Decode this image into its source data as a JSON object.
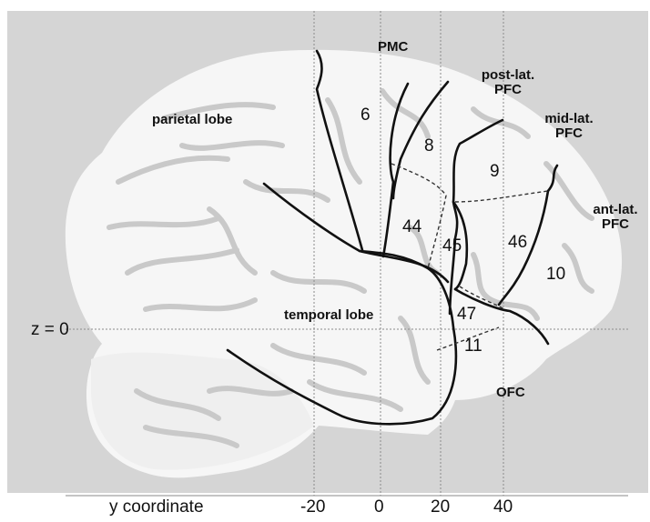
{
  "figure": {
    "region_labels": {
      "pmc": "PMC",
      "post_lat_pfc": [
        "post-lat.",
        "PFC"
      ],
      "mid_lat_pfc": [
        "mid-lat.",
        "PFC"
      ],
      "ant_lat_pfc": [
        "ant-lat.",
        "PFC"
      ],
      "parietal_lobe": "parietal lobe",
      "temporal_lobe": "temporal lobe",
      "ofc": "OFC"
    },
    "area_numbers": [
      "6",
      "8",
      "9",
      "44",
      "45",
      "46",
      "10",
      "47",
      "11"
    ],
    "z_label": "z = 0",
    "axis": {
      "label": "y coordinate",
      "ticks": [
        "-20",
        "0",
        "20",
        "40"
      ]
    },
    "colors": {
      "background": "#ffffff",
      "panel": "#d5d5d5",
      "brain": "#f6f6f6",
      "sulci": "#c9c9c9",
      "boundary": "#111111",
      "dashed": "#333333",
      "gridline": "#8a8a8a"
    }
  }
}
